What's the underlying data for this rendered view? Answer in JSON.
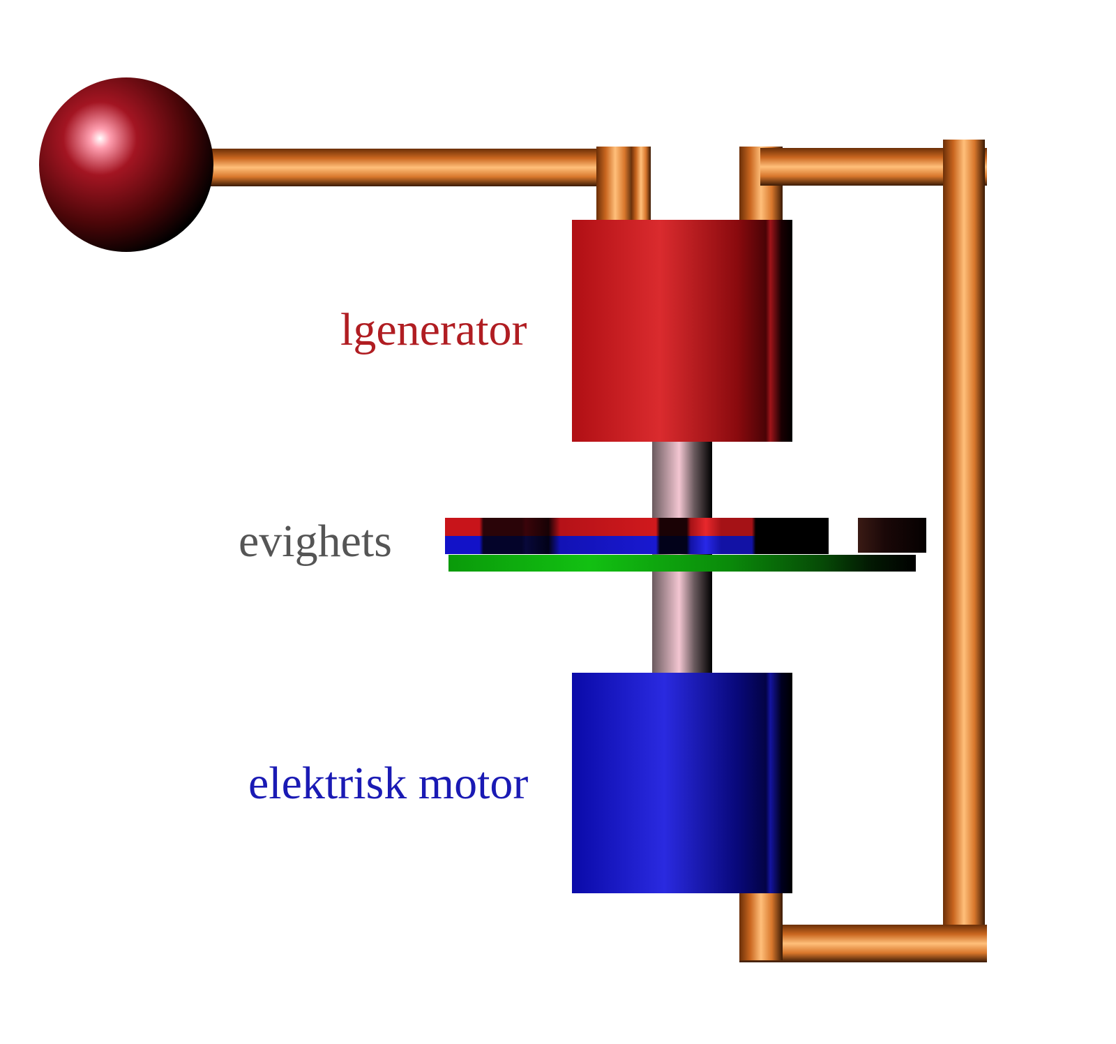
{
  "labels": {
    "generator": "lgenerator",
    "flywheel": "evighets",
    "motor": "elektrisk motor"
  },
  "colors": {
    "background": "#ffffff",
    "generator": "#b5121b",
    "generator_label": "#b01d22",
    "motor": "#1111b0",
    "motor_label": "#1a1ab4",
    "flywheel_label": "#555555",
    "copper_pipe": "#d9782a",
    "sphere": "#8b1015",
    "shaft": "#e8b7c4",
    "flywheel_green": "#10b010"
  },
  "icons": {
    "sphere": "red-sphere-icon",
    "pipe": "copper-pipe-icon"
  }
}
